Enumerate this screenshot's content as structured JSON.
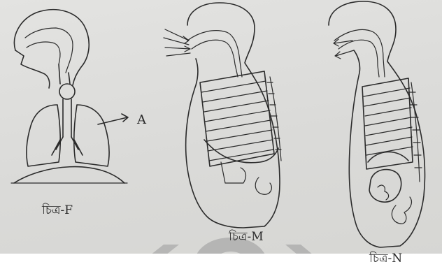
{
  "figures": {
    "fig_f": {
      "caption": "চিত্র-F",
      "pointer_label": "A"
    },
    "fig_m": {
      "caption": "চিত্র-M"
    },
    "fig_n": {
      "caption": "চিত্র-N"
    }
  },
  "colors": {
    "ink": "#2b2b2b",
    "paper": "#dcdcda",
    "watermark": "#9a9a9a"
  },
  "icons": [
    "arrow-icon",
    "watermark-logo"
  ]
}
